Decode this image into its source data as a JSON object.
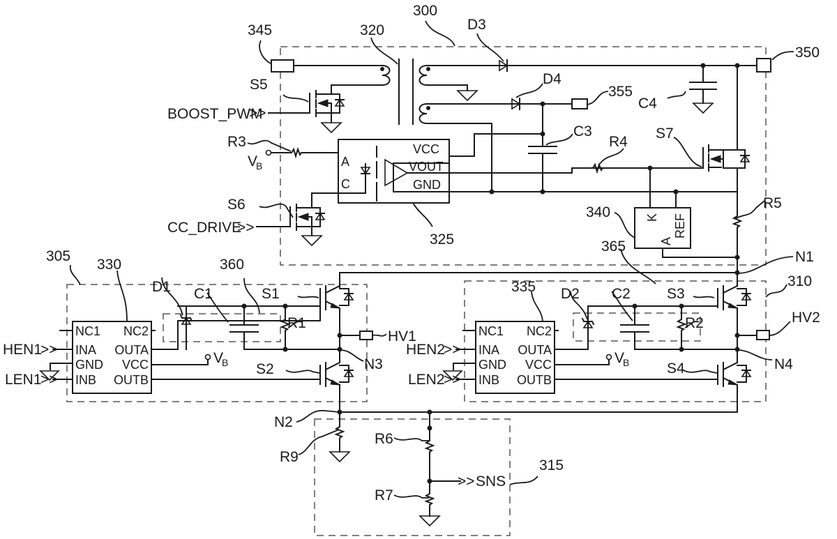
{
  "figure": {
    "blocks": {
      "b300": "300",
      "b305": "305",
      "b310": "310",
      "b315": "315",
      "b320": "320",
      "b325": "325",
      "b330": "330",
      "b335": "335",
      "b340": "340",
      "b345": "345",
      "b350": "350",
      "b355": "355",
      "b360": "360",
      "b365": "365"
    },
    "components": {
      "D1": "D1",
      "D2": "D2",
      "D3": "D3",
      "D4": "D4",
      "C1": "C1",
      "C2": "C2",
      "C3": "C3",
      "C4": "C4",
      "R1": "R1",
      "R2": "R2",
      "R3": "R3",
      "R4": "R4",
      "R5": "R5",
      "R6": "R6",
      "R7": "R7",
      "R9": "R9",
      "S1": "S1",
      "S2": "S2",
      "S3": "S3",
      "S4": "S4",
      "S5": "S5",
      "S6": "S6",
      "S7": "S7"
    },
    "nodes": {
      "N1": "N1",
      "N2": "N2",
      "N3": "N3",
      "N4": "N4",
      "HV1": "HV1",
      "HV2": "HV2"
    },
    "signals": {
      "boost_pwm": "BOOST_PWM",
      "cc_drive": "CC_DRIVE",
      "hen1": "HEN1",
      "len1": "LEN1",
      "hen2": "HEN2",
      "len2": "LEN2",
      "sns": "SNS",
      "vb": "V",
      "vb_sub": "B"
    },
    "opto_325": {
      "pin_a": "A",
      "pin_c": "C",
      "pin_vcc": "VCC",
      "pin_vout": "VOUT",
      "pin_gnd": "GND"
    },
    "shunt_340": {
      "pin_k": "K",
      "pin_ref": "REF",
      "pin_a": "A"
    },
    "driver_330": {
      "left": [
        "NC1",
        "INA",
        "GND",
        "INB"
      ],
      "right": [
        "NC2",
        "OUTA",
        "VCC",
        "OUTB"
      ]
    },
    "driver_335": {
      "left": [
        "NC1",
        "INA",
        "GND",
        "INB"
      ],
      "right": [
        "NC2",
        "OUTA",
        "VCC",
        "OUTB"
      ]
    }
  }
}
